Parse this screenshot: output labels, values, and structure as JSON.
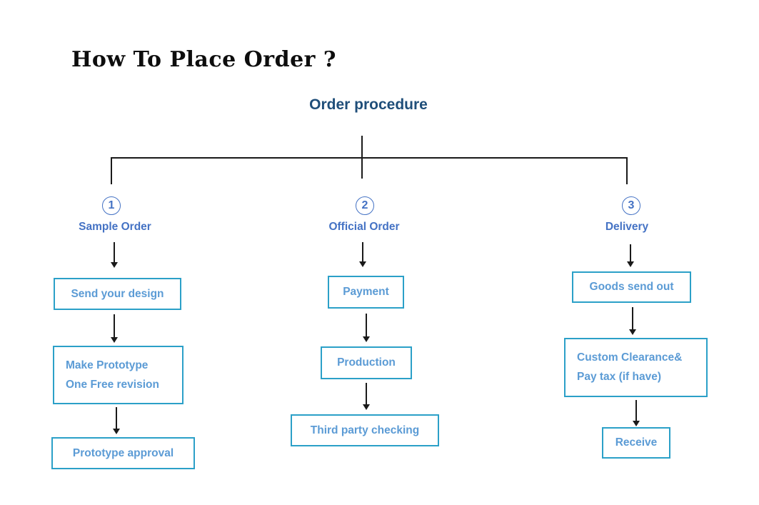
{
  "title": "How To Place Order ?",
  "subtitle": "Order procedure",
  "colors": {
    "title": "#0d0d0d",
    "subtitle": "#1f4e79",
    "branch_accent": "#4472c4",
    "box_border": "#2ba0c8",
    "box_text": "#5b9bd5",
    "connector": "#1a1a1a"
  },
  "branches": [
    {
      "number": "1",
      "label": "Sample Order",
      "steps": [
        {
          "lines": [
            "Send your design"
          ]
        },
        {
          "lines": [
            "Make Prototype",
            "One Free revision"
          ]
        },
        {
          "lines": [
            "Prototype approval"
          ]
        }
      ]
    },
    {
      "number": "2",
      "label": "Official Order",
      "steps": [
        {
          "lines": [
            "Payment"
          ]
        },
        {
          "lines": [
            "Production"
          ]
        },
        {
          "lines": [
            "Third party checking"
          ]
        }
      ]
    },
    {
      "number": "3",
      "label": "Delivery",
      "steps": [
        {
          "lines": [
            "Goods send out"
          ]
        },
        {
          "lines": [
            "Custom Clearance&",
            "Pay tax (if have)"
          ]
        },
        {
          "lines": [
            "Receive"
          ]
        }
      ]
    }
  ]
}
